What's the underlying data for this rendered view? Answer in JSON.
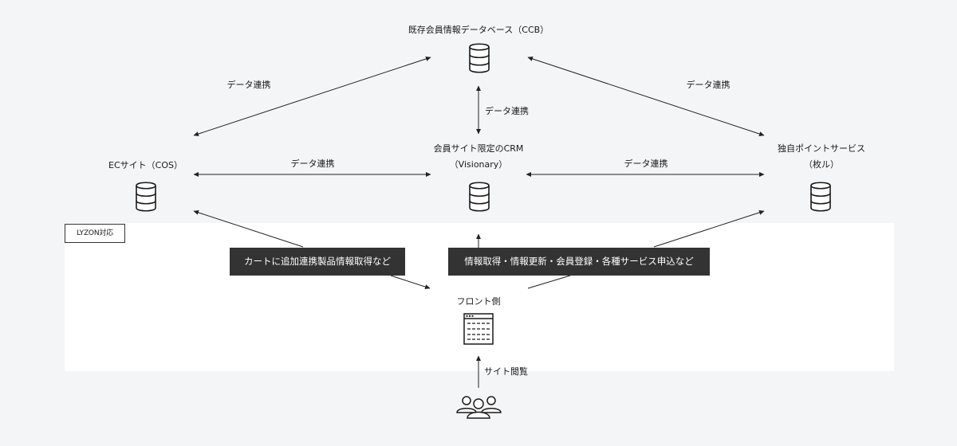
{
  "zone": {
    "label": "LYZON対応"
  },
  "nodes": {
    "ccb": {
      "title": "既存会員情報データベース（CCB）",
      "icon": "database-icon"
    },
    "cos": {
      "title": "ECサイト（COS）",
      "icon": "database-icon"
    },
    "crm": {
      "title": "会員サイト限定のCRM",
      "subtitle": "（Visionary）",
      "icon": "database-icon"
    },
    "points": {
      "title": "独自ポイントサービス",
      "subtitle": "（枚ル）",
      "icon": "database-icon"
    },
    "front": {
      "title": "フロント側",
      "icon": "browser-window-icon"
    },
    "users": {
      "icon": "users-group-icon"
    }
  },
  "edge_labels": {
    "cos_ccb": "データ連携",
    "points_ccb": "データ連携",
    "crm_ccb": "データ連携",
    "cos_crm": "データ連携",
    "crm_points": "データ連携",
    "users_front": "サイト閲覧"
  },
  "callouts": {
    "cart": "カートに追加連携製品情報取得など",
    "info": "情報取得・情報更新・会員登録・各種サービス申込など"
  }
}
